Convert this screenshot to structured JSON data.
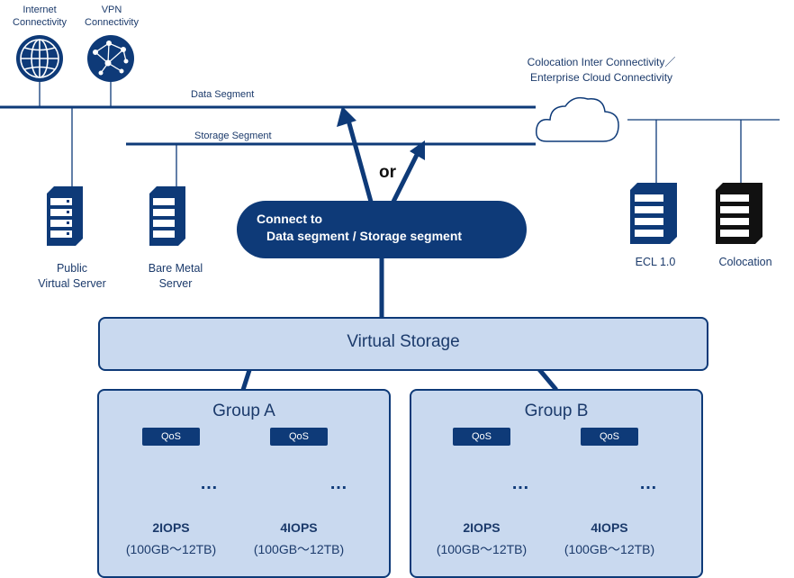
{
  "top_icons": {
    "internet_label": "Internet\nConnectivity",
    "vpn_label": "VPN\nConnectivity"
  },
  "segments": {
    "data_segment": "Data Segment",
    "storage_segment": "Storage Segment"
  },
  "cloud_label": "Colocation Inter Connectivity／\nEnterprise Cloud Connectivity",
  "servers": {
    "public_virtual_server": "Public\nVirtual Server",
    "bare_metal_server": "Bare Metal\nServer",
    "ecl": "ECL 1.0",
    "colocation": "Colocation"
  },
  "connector": {
    "or_label": "or",
    "line1": "Connect to",
    "line2": "Data segment / Storage segment"
  },
  "virtual_storage": "Virtual Storage",
  "groups": [
    {
      "title": "Group A",
      "volumes": [
        {
          "qos": "QoS",
          "iops": "2IOPS",
          "capacity": "(100GB～12TB)"
        },
        {
          "qos": "QoS",
          "iops": "4IOPS",
          "capacity": "(100GB～12TB)"
        }
      ],
      "ellipsis": "…"
    },
    {
      "title": "Group B",
      "volumes": [
        {
          "qos": "QoS",
          "iops": "2IOPS",
          "capacity": "(100GB～12TB)"
        },
        {
          "qos": "QoS",
          "iops": "4IOPS",
          "capacity": "(100GB～12TB)"
        }
      ],
      "ellipsis": "…"
    }
  ],
  "colors": {
    "navy": "#0e3a78",
    "panel_fill": "#c9d9ef",
    "text": "#1b3a6b"
  },
  "icons": [
    "globe-icon",
    "network-globe-icon",
    "cloud-icon",
    "server-icon",
    "database-icon",
    "arrow-icon"
  ]
}
